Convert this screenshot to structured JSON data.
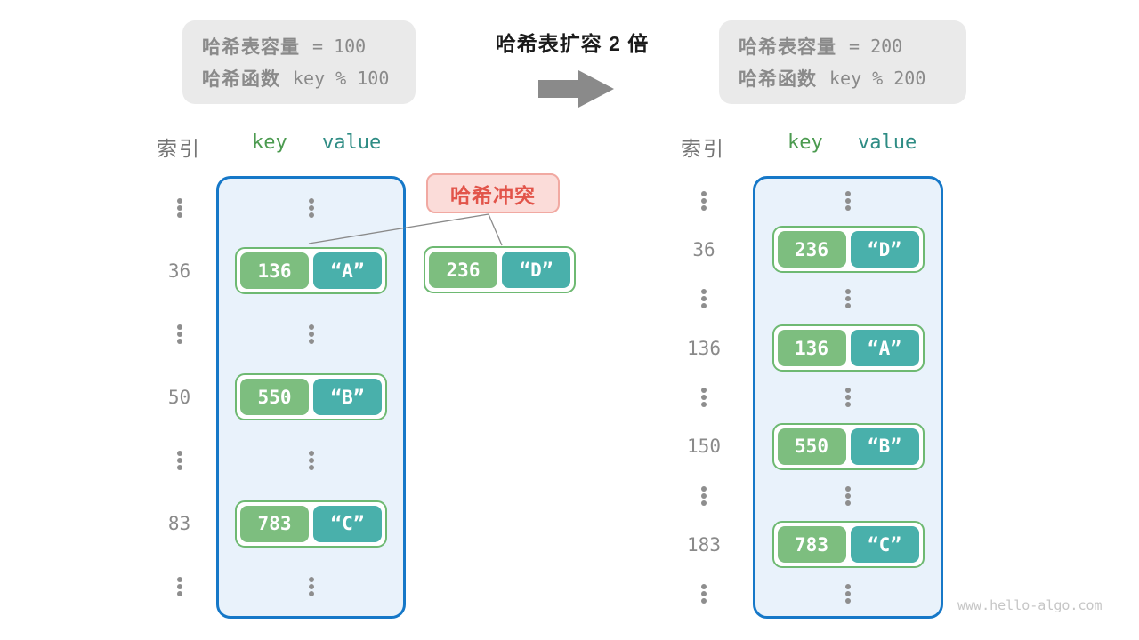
{
  "info_left": {
    "line1_label": "哈希表容量",
    "line1_value": "= 100",
    "line2_label": "哈希函数",
    "line2_value": "key % 100"
  },
  "info_right": {
    "line1_label": "哈希表容量",
    "line1_value": "= 200",
    "line2_label": "哈希函数",
    "line2_value": "key % 200"
  },
  "transition": {
    "title": "哈希表扩容 2 倍",
    "arrow_icon": "right-arrow"
  },
  "headers": {
    "index": "索引",
    "key": "key",
    "value": "value"
  },
  "collision": {
    "label": "哈希冲突"
  },
  "collision_pair": {
    "key": "236",
    "value": "“D”"
  },
  "left_table": {
    "rows": [
      {
        "type": "dots"
      },
      {
        "type": "pair",
        "index": "36",
        "key": "136",
        "value": "“A”"
      },
      {
        "type": "dots"
      },
      {
        "type": "pair",
        "index": "50",
        "key": "550",
        "value": "“B”"
      },
      {
        "type": "dots"
      },
      {
        "type": "pair",
        "index": "83",
        "key": "783",
        "value": "“C”"
      },
      {
        "type": "dots"
      }
    ]
  },
  "right_table": {
    "rows": [
      {
        "type": "dots"
      },
      {
        "type": "pair",
        "index": "36",
        "key": "236",
        "value": "“D”"
      },
      {
        "type": "dots"
      },
      {
        "type": "pair",
        "index": "136",
        "key": "136",
        "value": "“A”"
      },
      {
        "type": "dots"
      },
      {
        "type": "pair",
        "index": "150",
        "key": "550",
        "value": "“B”"
      },
      {
        "type": "dots"
      },
      {
        "type": "pair",
        "index": "183",
        "key": "783",
        "value": "“C”"
      },
      {
        "type": "dots"
      }
    ]
  },
  "watermark": "www.hello-algo.com",
  "colors": {
    "table_border": "#1678C8",
    "table_fill": "#E9F2FB",
    "key_fill": "#7DBE7F",
    "value_fill": "#49B0AB",
    "pair_border": "#6EB972",
    "collision_fill": "#FBDCD9",
    "collision_border": "#F1A9A2",
    "collision_text": "#E2544A",
    "header_key": "#4C9B50",
    "header_value": "#2E8C84",
    "info_fill": "#EAEAEA",
    "gray_text": "#8A8A8A",
    "arrow_gray": "#8A8A8A"
  }
}
